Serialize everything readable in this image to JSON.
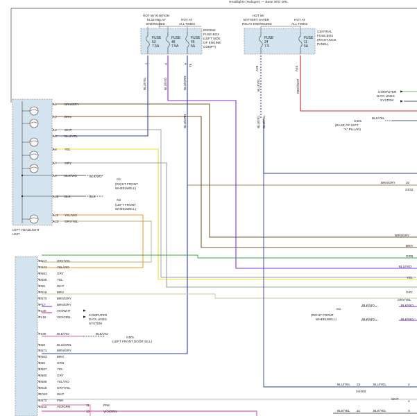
{
  "header": {
    "left_clip": "",
    "right_clip": "Headlights (Halogen) — Base W/O DRL"
  },
  "engine_fuse_box": {
    "labels": {
      "hot_ign": "HOT W/ IGNITION",
      "kl15": "KL15 RELAY",
      "energized": "ENERGIZED",
      "hot_at": "HOT AT",
      "all_times": "ALL TIMES",
      "box_name": [
        "ENGINE",
        "FUSE BOX",
        "(LEFT SIDE",
        "OF ENGINE",
        "COMPT)"
      ]
    },
    "fuses": [
      {
        "label": "FUSE",
        "num": "53",
        "amp": "7.5A"
      },
      {
        "label": "FUSE",
        "num": "48",
        "amp": "7.5A"
      },
      {
        "label": "FUSE",
        "num": "46",
        "amp": "5A"
      }
    ],
    "pins": [
      "7",
      "2",
      "3"
    ],
    "pin_tag": "T6"
  },
  "central_fuse_box": {
    "labels": {
      "hot_w": "HOT W/",
      "battery_saver": "BATTERY SAVER",
      "relay_energized": "RELAY ENERGIZED",
      "hot_at": "HOT AT",
      "all_times": "ALL TIMES",
      "box_name": [
        "CENTRAL",
        "FUSE BOX",
        "(RIGHT KICK",
        "PANEL)"
      ]
    },
    "fuses": [
      {
        "label": "FUSE",
        "num": "24",
        "amp": "7.5"
      },
      {
        "label": "FUSE",
        "num": "11",
        "amp": "5A"
      }
    ],
    "pins": [
      "A29",
      "A10"
    ]
  },
  "wire_colors": {
    "c1": "BLU/YEL",
    "c2": "BLU/VIO",
    "c3": "BLU/GRN",
    "c4": "BLU/YEL",
    "c5": "BLU/YEL",
    "c6": "RED/WHT",
    "c7": "BLU/GRN"
  },
  "computer_data_top": [
    "COMPUTER",
    "DATA LINES",
    "SYSTEM"
  ],
  "g401": {
    "name": "G401",
    "wire": "BLK/YEL",
    "desc": [
      "(BASE OF LEFT",
      "\"A\" PILLAR)"
    ]
  },
  "headlight_unit": {
    "name": [
      "LEFT HEADLIGHT",
      "UNIT"
    ],
    "pins": [
      {
        "pin": "A1",
        "wire": "BRN/GRY"
      },
      {
        "pin": "A2",
        "wire": "BRN"
      },
      {
        "pin": "A4",
        "wire": "WHT"
      },
      {
        "pin": "A5",
        "wire": "BLU/YEL"
      },
      {
        "pin": "A6",
        "wire": "YEL"
      },
      {
        "pin": "A7",
        "wire": "GRY"
      },
      {
        "pin": "A8",
        "wire": "BLK/VIO"
      },
      {
        "pin": "A10",
        "wire": "BLK"
      },
      {
        "pin": "A12",
        "wire": "YEL/VIO"
      },
      {
        "pin": "A13",
        "wire": "GRY/YEL"
      }
    ]
  },
  "grounds": {
    "g1": {
      "name": "G1",
      "wire": "BLK/VIO",
      "desc": [
        "(RIGHT FRONT",
        "WHEELWELL)"
      ]
    },
    "g2": {
      "name": "G2",
      "wire": "BLK",
      "desc": [
        "(LEFT FRONT",
        "WHEELWELL)"
      ]
    },
    "g501": {
      "name": "G501",
      "wire": "BLK/VIO",
      "desc": "(LEFT FRONT DOOR SILL)"
    },
    "g1_right": {
      "name": "G1",
      "desc": [
        "(RIGHT FRONT",
        "WHEELWELL)"
      ],
      "wire_a": "BLK/VIO",
      "wire_b": "BLK/VIO",
      "out_a": "BLK/VIO",
      "out_b": "BLK/VIO"
    }
  },
  "connector_right": {
    "wire": "BRN/GRY",
    "pin": "20",
    "tag": "24/42"
  },
  "right_labels": [
    "BRN/GRY",
    "BRN",
    "GRN",
    "BLU/VIO",
    "YEL",
    "GRY",
    "GRY/YEL"
  ],
  "bottom_module": {
    "pins": [
      {
        "pin": "EN17",
        "wire": "GRY/YEL"
      },
      {
        "pin": "EN74",
        "wire": "YEL/VIO"
      },
      {
        "pin": "EN81",
        "wire": "GRY"
      },
      {
        "pin": "EN56",
        "wire": "YEL"
      },
      {
        "pin": "EN5",
        "wire": "WHT"
      },
      {
        "pin": "EN16",
        "wire": "BRN"
      },
      {
        "pin": "EN70",
        "wire": "BRN/GRY"
      },
      {
        "pin": "IP17",
        "wire": "BRN/GRY"
      },
      {
        "pin": "FL20",
        "wire": "VIO/WHT"
      },
      {
        "pin": "FL19",
        "wire": "VIO/GRN"
      },
      {
        "pin": "FL66",
        "wire": "BLK/VIO"
      },
      {
        "pin": "EN8",
        "wire": "BLU/GRN"
      },
      {
        "pin": "EN71",
        "wire": "BRN/GRY"
      },
      {
        "pin": "EN63",
        "wire": "BRN"
      },
      {
        "pin": "EN6",
        "wire": "GRN"
      },
      {
        "pin": "EN67",
        "wire": "YEL"
      },
      {
        "pin": "EN60",
        "wire": "GRY"
      },
      {
        "pin": "EN66",
        "wire": "YEL/VIO"
      },
      {
        "pin": "EN18",
        "wire": "GRY/YEL"
      },
      {
        "pin": "RO10",
        "wire": "WHT"
      },
      {
        "pin": "EN72",
        "wire": "PNK"
      },
      {
        "pin": "EN12",
        "wire": "VIO/GRN"
      }
    ],
    "computer_data": [
      "COMPUTER",
      "DATA LINES",
      "SYSTEM"
    ]
  },
  "bottom_connectors": {
    "pnk": {
      "pin": "11",
      "wire": "PNK"
    },
    "viogrn": {
      "pin": "10",
      "wire": "VIO/GRN"
    },
    "bluyel_a": {
      "wire": "BLU/YEL",
      "pin": "23",
      "tag": "24/403",
      "wire_b": "BLU/YEL",
      "pin_b": "2"
    },
    "wht": {
      "wire": "WHT",
      "pin": "4"
    },
    "blkyel": {
      "wire": "BLK/YEL",
      "pin": "31",
      "wire_b": "BLK/YEL",
      "pin_b": "3"
    }
  },
  "colors": {
    "brown": "#7a5a2e",
    "blue": "#2d3ba8",
    "violet": "#8a2be2",
    "red": "#c62828",
    "gray": "#9aa0a6",
    "yellow": "#e8e23a",
    "orange": "#f39a2e",
    "green": "#3aa63a",
    "pink": "#f06292",
    "magenta": "#c03aa0",
    "black": "#222222"
  }
}
